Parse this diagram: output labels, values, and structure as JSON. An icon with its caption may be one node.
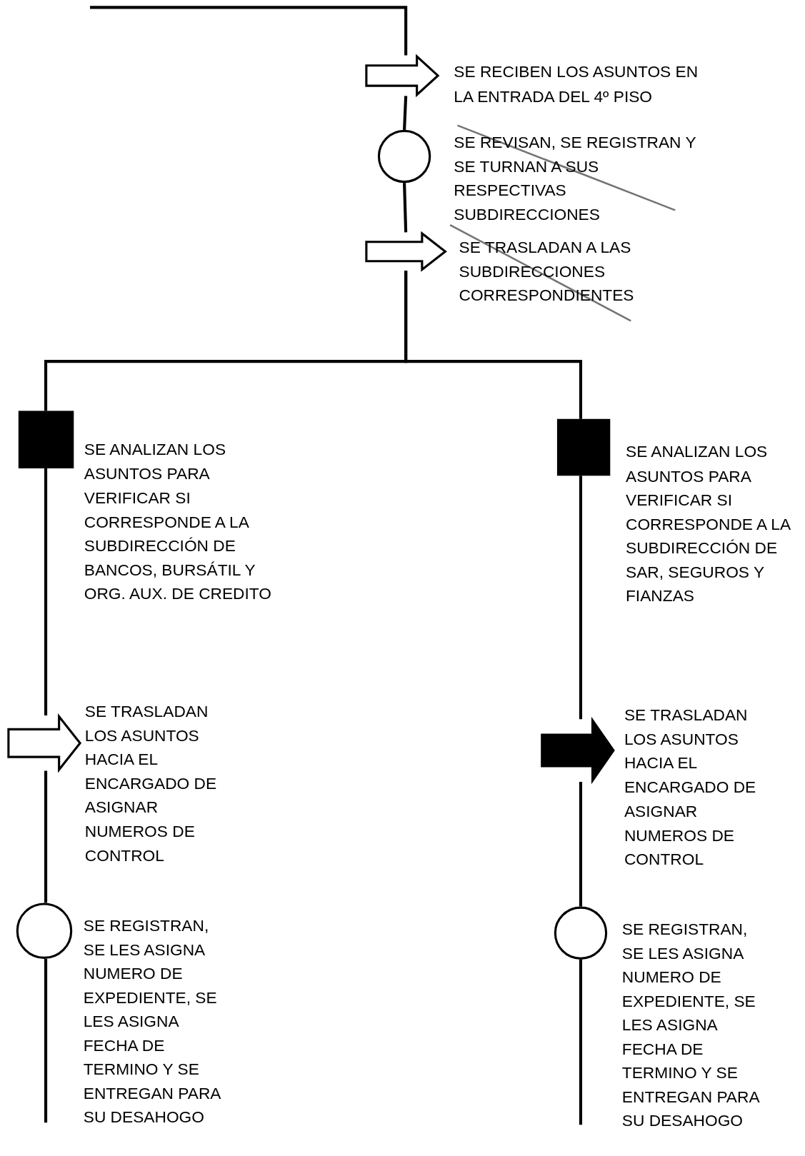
{
  "diagram": {
    "nodes": [
      {
        "text": [],
        "shape": "arrow",
        "beside": [
          "SE RECIBEN LOS ASUNTOS EN LA ENTRADA DEL 4º PISO"
        ]
      },
      {
        "text": [],
        "shape": "circle",
        "beside": [
          "SE REVISAN, SE REGISTRAN Y SE TURNAN A SUS RESPECTIVAS SUBDIRECCIONES"
        ]
      },
      {
        "text": [],
        "shape": "arrow",
        "beside": [
          "SE TRASLADAN A LAS SUBDIRECCIONES CORRESPONDIENTES"
        ]
      },
      {
        "text": [],
        "shape": "box",
        "beside": [
          "SE ANALIZAN LOS ASUNTOS PARA VERIFICAR SI CORRESPONDE A LA SUBDIRECCIÓN DE BANCOS, BURSÁTIL Y ORG. AUX. DE CREDITO"
        ]
      },
      {
        "text": [],
        "shape": "box",
        "beside": [
          "SE ANALIZAN LOS ASUNTOS PARA VERIFICAR SI CORRESPONDE A LA SUBDIRECCIÓN DE SAR, SEGUROS Y FIANZAS"
        ]
      },
      {
        "text": [],
        "shape": "arrow",
        "beside": [
          "SE TRASLADAN LOS ASUNTOS HACIA EL ENCARGADO DE ASIGNAR NUMEROS DE CONTROL"
        ]
      },
      {
        "text": [],
        "shape": "arrow",
        "beside": [
          "SE TRASLADAN LOS ASUNTOS HACIA EL ENCARGADO DE ASIGNAR NUMEROS DE CONTROL"
        ]
      },
      {
        "text": [],
        "shape": "circle",
        "beside": [
          "SE REGISTRAN, SE LES ASIGNA NUMERO DE EXPEDIENTE, SE LES ASIGNA FECHA DE TERMINO Y SE ENTREGAN PARA SU DESAHOGO"
        ]
      },
      {
        "text": [],
        "shape": "circle",
        "beside": [
          "SE REGISTRAN, SE LES ASIGNA NUMERO DE EXPEDIENTE, SE LES ASIGNA FECHA DE TERMINO Y SE ENTREGAN PARA SU DESAHOGO"
        ]
      }
    ],
    "edges": [
      {
        "from": null,
        "to": 0,
        "arrow": "none"
      },
      {
        "from": 0,
        "to": 1,
        "arrow": "none"
      },
      {
        "from": 1,
        "to": 2,
        "arrow": "none"
      },
      {
        "from": 2,
        "to": 3,
        "arrow": "none"
      },
      {
        "from": 2,
        "to": 4,
        "arrow": "none"
      },
      {
        "from": 3,
        "to": 5,
        "arrow": "none"
      },
      {
        "from": 5,
        "to": 7,
        "arrow": "none"
      },
      {
        "from": 7,
        "to": null,
        "arrow": "none"
      },
      {
        "from": 4,
        "to": 6,
        "arrow": "none"
      },
      {
        "from": 6,
        "to": 8,
        "arrow": "none"
      },
      {
        "from": 8,
        "to": null,
        "arrow": "none"
      }
    ]
  }
}
